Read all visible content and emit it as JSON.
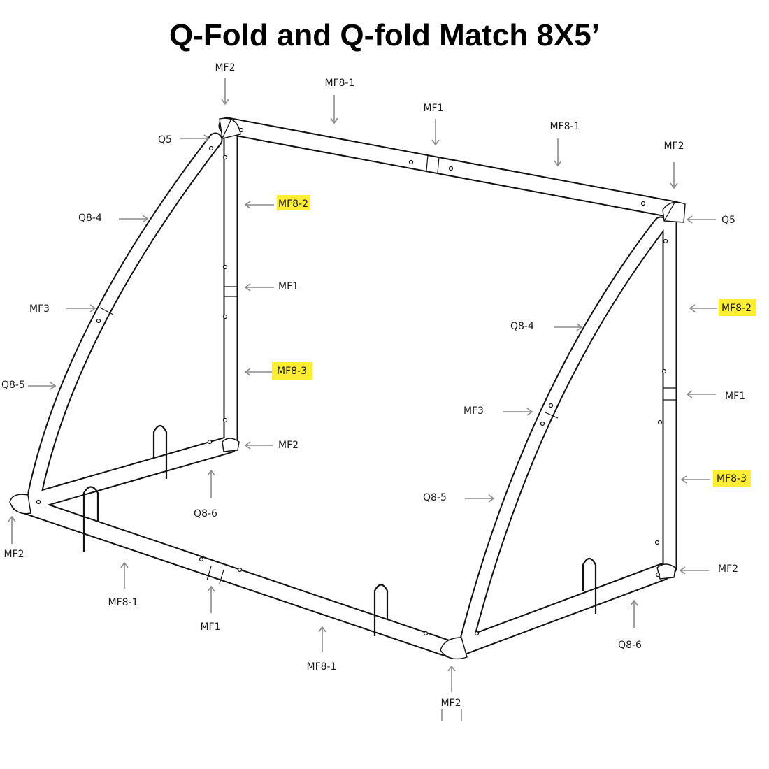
{
  "title": "Q-Fold and Q-fold Match 8X5’",
  "highlight_color": "#ffee33",
  "labels": {
    "mf2_top_left": "MF2",
    "mf8_1_top_left": "MF8-1",
    "mf1_top": "MF1",
    "mf8_1_top_right": "MF8-1",
    "mf2_top_right": "MF2",
    "q5_left": "Q5",
    "q5_right": "Q5",
    "mf8_2_left": "MF8-2",
    "mf8_2_right": "MF8-2",
    "q8_4_left": "Q8-4",
    "q8_4_right": "Q8-4",
    "mf1_left_post": "MF1",
    "mf1_right_post": "MF1",
    "mf3_left": "MF3",
    "mf3_right": "MF3",
    "mf8_3_left": "MF8-3",
    "mf8_3_right": "MF8-3",
    "q8_5_left": "Q8-5",
    "q8_5_right": "Q8-5",
    "mf2_left_mid": "MF2",
    "mf2_right_mid": "MF2",
    "q8_6_left": "Q8-6",
    "q8_6_right": "Q8-6",
    "mf2_front_left": "MF2",
    "mf8_1_bottom_left": "MF8-1",
    "mf1_bottom": "MF1",
    "mf8_1_bottom_right": "MF8-1",
    "mf2_bottom": "MF2"
  }
}
